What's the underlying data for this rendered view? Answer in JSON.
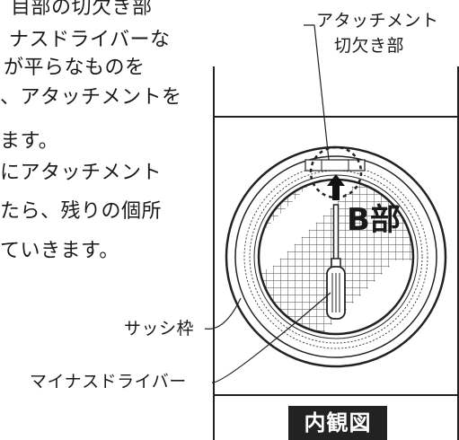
{
  "body_text": [
    "目部の切欠き部",
    "ナスドライバーな",
    "が平らなものを",
    "、アタッチメントを",
    "ます。",
    "にアタッチメント",
    "たら、残りの個所",
    "ていきます。"
  ],
  "labels": {
    "notch_line1": "アタッチメント",
    "notch_line2": "切欠き部",
    "b_part": "B部",
    "sash_frame": "サッシ枠",
    "screwdriver": "マイナスドライバー",
    "interior_view": "内観図"
  }
}
